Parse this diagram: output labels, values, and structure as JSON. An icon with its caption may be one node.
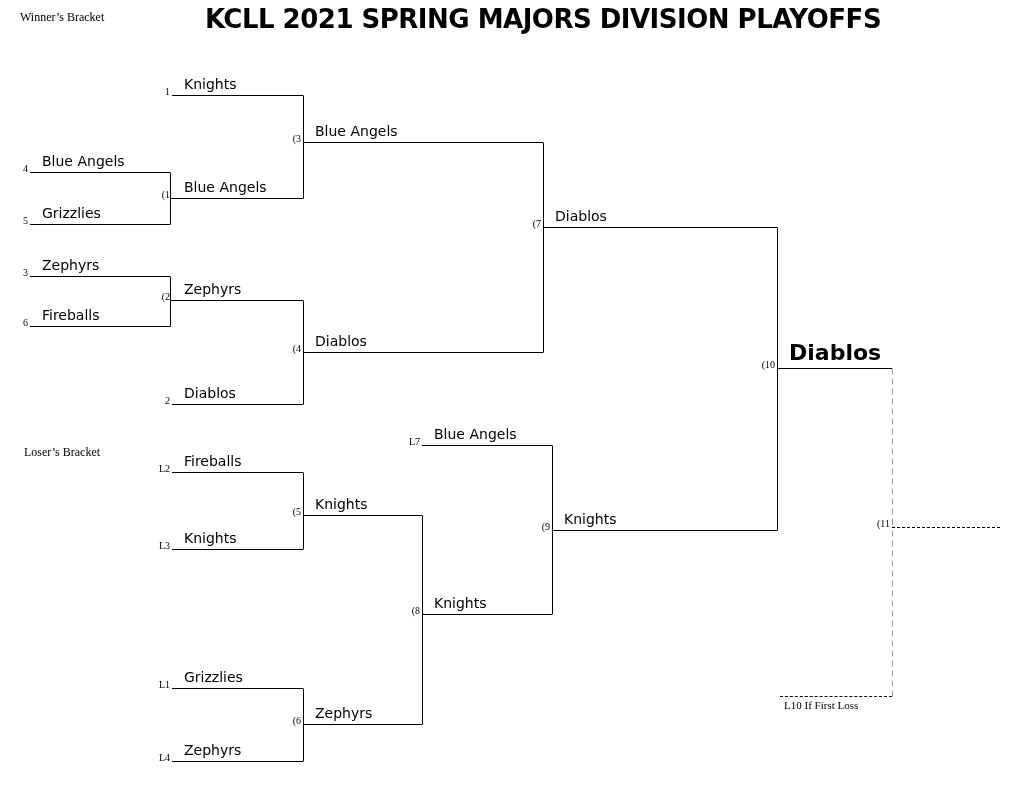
{
  "diagram": {
    "title": "KCLL 2021 SPRING MAJORS DIVISION PLAYOFFS",
    "nodes": [
      {
        "text": [
          "Knights"
        ],
        "beside": [
          "1"
        ]
      },
      {
        "text": [
          "Blue Angels"
        ],
        "beside": [
          "4"
        ]
      },
      {
        "text": [
          "Blue Angels"
        ],
        "beside": [
          "(1"
        ]
      },
      {
        "text": [
          "Grizzlies"
        ],
        "beside": [
          "5"
        ]
      },
      {
        "text": [
          "Blue Angels"
        ],
        "beside": [
          "(3"
        ]
      },
      {
        "text": [
          "Zephyrs"
        ],
        "beside": [
          "3"
        ]
      },
      {
        "text": [
          "Zephyrs"
        ],
        "beside": [
          "(2"
        ]
      },
      {
        "text": [
          "Fireballs"
        ],
        "beside": [
          "6"
        ]
      },
      {
        "text": [
          "Diablos"
        ],
        "beside": [
          "(4"
        ]
      },
      {
        "text": [
          "Diablos"
        ],
        "beside": [
          "2"
        ]
      },
      {
        "text": [
          "Diablos"
        ],
        "beside": [
          "(7"
        ]
      },
      {
        "text": [
          "Diablos"
        ],
        "beside": [
          "(10"
        ]
      },
      {
        "text": [
          "Fireballs"
        ],
        "beside": [
          "L2"
        ]
      },
      {
        "text": [
          "Knights"
        ],
        "beside": [
          "(5"
        ]
      },
      {
        "text": [
          "Knights"
        ],
        "beside": [
          "L3"
        ]
      },
      {
        "text": [
          "Blue Angels"
        ],
        "beside": [
          "L7"
        ]
      },
      {
        "text": [
          "Knights"
        ],
        "beside": [
          "(9"
        ]
      },
      {
        "text": [
          "Knights"
        ],
        "beside": [
          "(8"
        ]
      },
      {
        "text": [
          "Grizzlies"
        ],
        "beside": [
          "L1"
        ]
      },
      {
        "text": [
          "Zephyrs"
        ],
        "beside": [
          "(6"
        ]
      },
      {
        "text": [
          "Zephyrs"
        ],
        "beside": [
          "L4"
        ]
      },
      {
        "text": [],
        "shape": "line",
        "beside": [
          "(11"
        ]
      },
      {
        "text": [],
        "shape": "line",
        "beside": [
          "L10 If First Loss"
        ]
      }
    ],
    "edges": [
      {
        "from": 0,
        "to": 4,
        "arrow": "none"
      },
      {
        "from": 2,
        "to": 4,
        "arrow": "none"
      },
      {
        "from": 1,
        "to": 2,
        "arrow": "none"
      },
      {
        "from": 3,
        "to": 2,
        "arrow": "none"
      },
      {
        "from": 5,
        "to": 6,
        "arrow": "none"
      },
      {
        "from": 7,
        "to": 6,
        "arrow": "none"
      },
      {
        "from": 6,
        "to": 8,
        "arrow": "none"
      },
      {
        "from": 9,
        "to": 8,
        "arrow": "none"
      },
      {
        "from": 4,
        "to": 10,
        "arrow": "none"
      },
      {
        "from": 8,
        "to": 10,
        "arrow": "none"
      },
      {
        "from": 10,
        "to": 11,
        "arrow": "none"
      },
      {
        "from": 16,
        "to": 11,
        "arrow": "none"
      },
      {
        "from": 12,
        "to": 13,
        "arrow": "none"
      },
      {
        "from": 14,
        "to": 13,
        "arrow": "none"
      },
      {
        "from": 18,
        "to": 19,
        "arrow": "none"
      },
      {
        "from": 20,
        "to": 19,
        "arrow": "none"
      },
      {
        "from": 13,
        "to": 17,
        "arrow": "none"
      },
      {
        "from": 19,
        "to": 17,
        "arrow": "none"
      },
      {
        "from": 15,
        "to": 16,
        "arrow": "none"
      },
      {
        "from": 17,
        "to": 16,
        "arrow": "none"
      },
      {
        "from": 11,
        "to": 21,
        "arrow": "none",
        "style": "dashed",
        "color": "#999999"
      },
      {
        "from": 22,
        "to": 21,
        "arrow": "none",
        "style": "dashed",
        "color": "#999999"
      }
    ],
    "labels": [
      "Winner’s Bracket",
      "Loser’s Bracket"
    ]
  }
}
